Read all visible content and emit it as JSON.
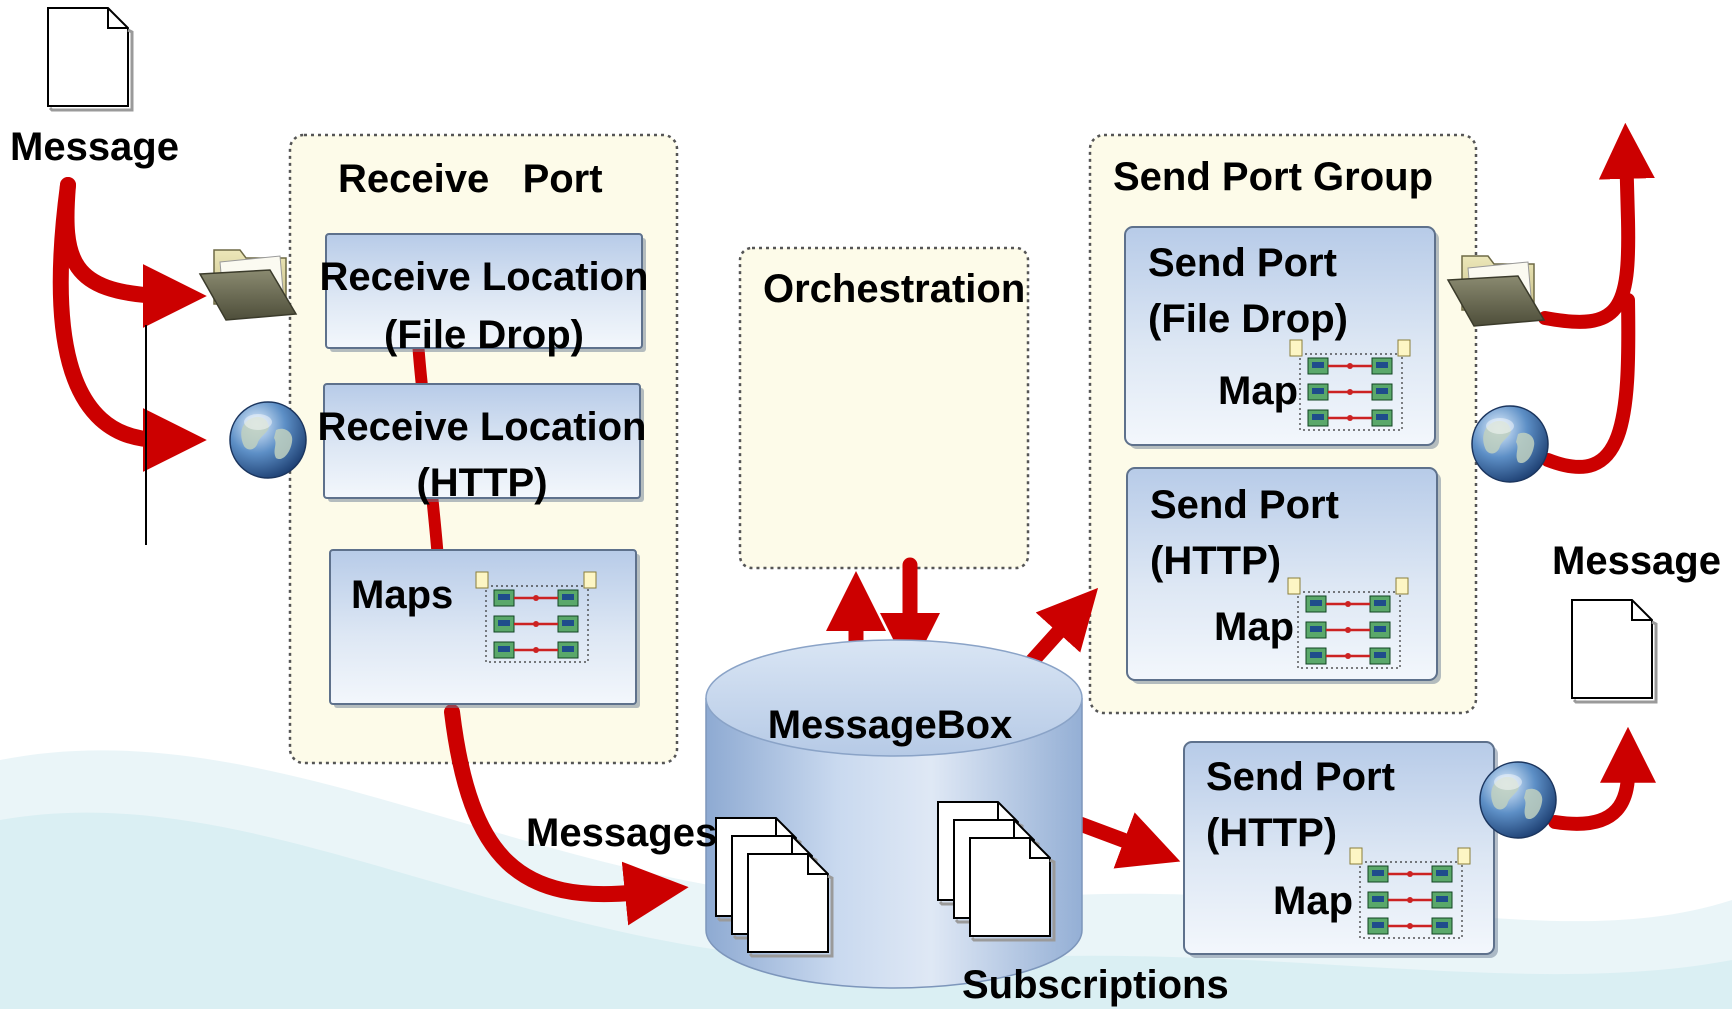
{
  "labels": {
    "message_in": "Message",
    "message_out": "Message",
    "receive_port": "Receive   Port",
    "receive_location_1_line1": "Receive Location",
    "receive_location_1_line2": "(File Drop)",
    "receive_location_2_line1": "Receive Location",
    "receive_location_2_line2": "(HTTP)",
    "maps": "Maps",
    "orchestration": "Orchestration",
    "send_port_group": "Send Port Group",
    "send_port_1_line1": "Send Port",
    "send_port_1_line2": "(File Drop)",
    "send_port_1_map": "Map",
    "send_port_2_line1": "Send Port",
    "send_port_2_line2": "(HTTP)",
    "send_port_2_map": "Map",
    "send_port_3_line1": "Send Port",
    "send_port_3_line2": "(HTTP)",
    "send_port_3_map": "Map",
    "messagebox": "MessageBox",
    "messages": "Messages",
    "subscriptions": "Subscriptions"
  },
  "colors": {
    "arrow": "#cc0000",
    "group_fill": "#fdfbe9",
    "group_border": "#555555",
    "box_top": "#c9d9ef",
    "box_bottom": "#f2f6fb",
    "cylinder": "#bcd0ea"
  },
  "icons": {
    "document": "document-icon",
    "folder": "folder-icon",
    "globe": "globe-icon",
    "map": "map-icon"
  }
}
